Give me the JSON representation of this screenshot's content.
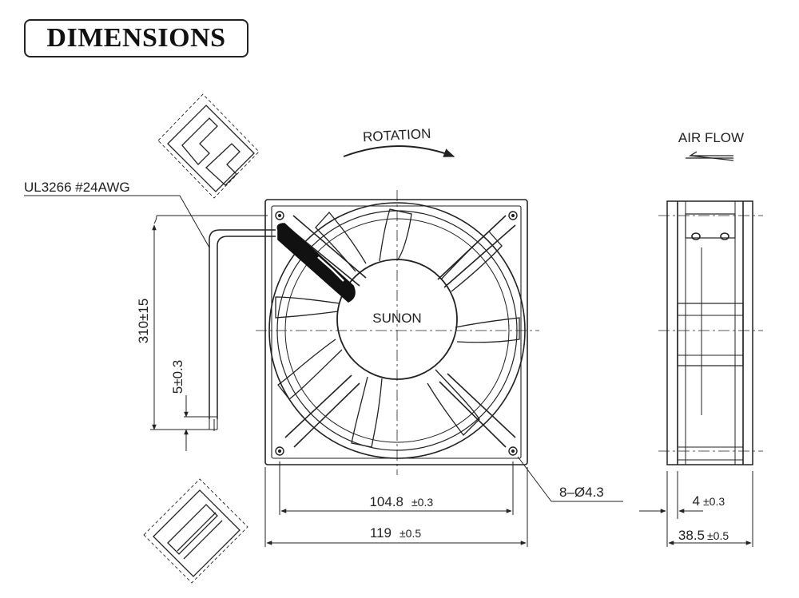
{
  "title": "DIMENSIONS",
  "labels": {
    "rotation": "ROTATION",
    "air_flow": "AIR FLOW",
    "wire": "UL3266  #24AWG",
    "brand": "SUNON",
    "lead_length": "310±15",
    "lead_strip": "5±0.3",
    "hole_spacing_value": "104.8",
    "hole_spacing_tol": "±0.3",
    "frame_size_value": "119",
    "frame_size_tol": "±0.5",
    "holes": "8–Ø4.3",
    "flange_value": "4",
    "flange_tol": "±0.3",
    "depth_value": "38.5",
    "depth_tol": "±0.5"
  }
}
